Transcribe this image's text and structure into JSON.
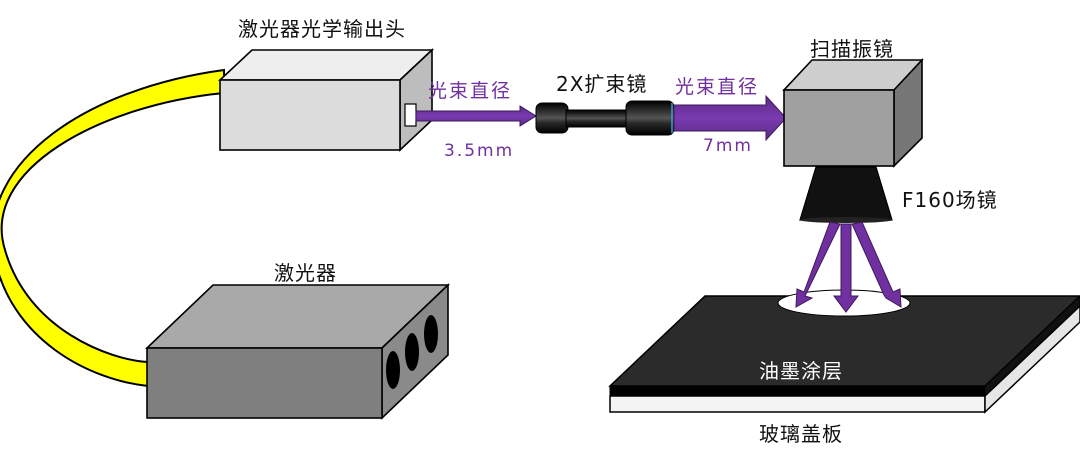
{
  "labels": {
    "head": "激光器光学输出头",
    "laser": "激光器",
    "beam_expander": "2X扩束镜",
    "scanner": "扫描振镜",
    "beam_dia_in": "光束直径",
    "beam_dia_out": "光束直径",
    "dia_in_value": "3.5mm",
    "dia_out_value": "7mm",
    "field_lens": "F160场镜",
    "ink_layer": "油墨涂层",
    "glass_plate": "玻璃盖板"
  },
  "colors": {
    "fiber": "#ffff00",
    "beam": "#7030a0",
    "head_box": "#dcdcdc",
    "laser_box": "#888888",
    "scanner_box": "#a0a0a0",
    "ink": "#262626",
    "glass": "#f4f4f4"
  }
}
